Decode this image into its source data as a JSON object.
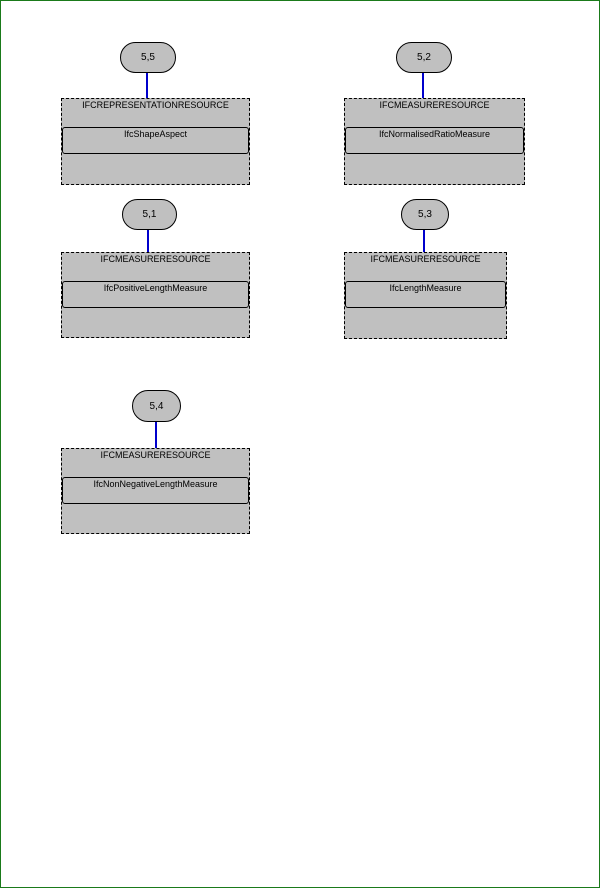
{
  "colors": {
    "frame": "#1a7a1a",
    "fill": "#c0c0c0",
    "connector": "#0000cc",
    "border": "#000000"
  },
  "nodes": [
    {
      "ref": "5,5",
      "schema": "IFCREPRESENTATIONRESOURCE",
      "entity": "IfcShapeAspect"
    },
    {
      "ref": "5,2",
      "schema": "IFCMEASURERESOURCE",
      "entity": "IfcNormalisedRatioMeasure"
    },
    {
      "ref": "5,1",
      "schema": "IFCMEASURERESOURCE",
      "entity": "IfcPositiveLengthMeasure"
    },
    {
      "ref": "5,3",
      "schema": "IFCMEASURERESOURCE",
      "entity": "IfcLengthMeasure"
    },
    {
      "ref": "5,4",
      "schema": "IFCMEASURERESOURCE",
      "entity": "IfcNonNegativeLengthMeasure"
    }
  ]
}
